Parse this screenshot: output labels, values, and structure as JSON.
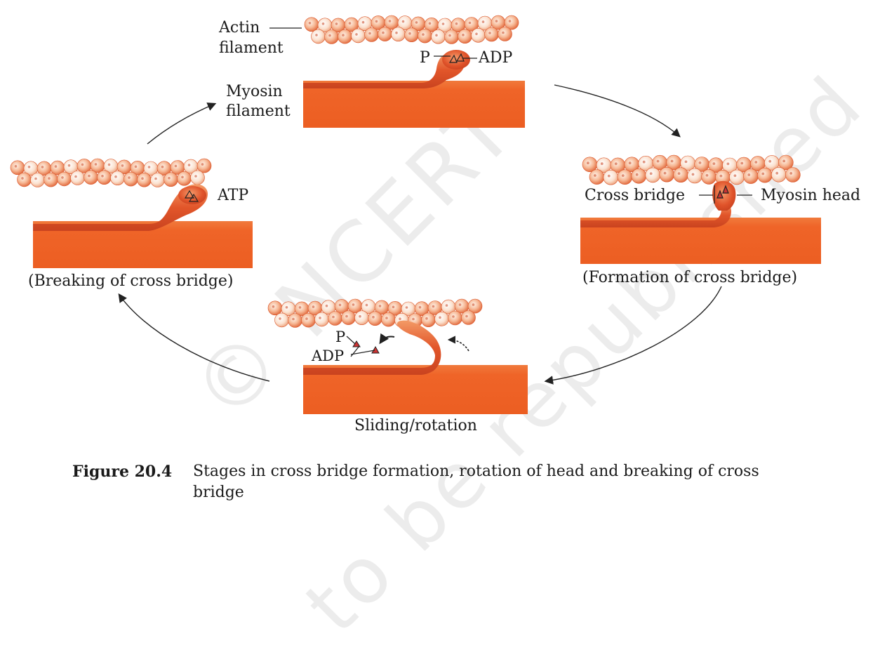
{
  "watermark": {
    "line1": "© NCERT",
    "line2": "to be republished"
  },
  "labels": {
    "actin_filament_1": "Actin",
    "actin_filament_2": "filament",
    "myosin_filament_1": "Myosin",
    "myosin_filament_2": "filament",
    "p_top": "P",
    "adp_top": "ADP",
    "cross_bridge": "Cross bridge",
    "myosin_head": "Myosin head",
    "atp": "ATP",
    "p_bottom": "P",
    "adp_bottom": "ADP"
  },
  "stages": {
    "formation": "(Formation of cross bridge)",
    "sliding": "Sliding/rotation",
    "breaking": "(Breaking of cross bridge)"
  },
  "caption": {
    "figure_number": "Figure 20.4",
    "text": "Stages in cross bridge formation, rotation of head and breaking of cross bridge"
  },
  "colors": {
    "myosin_block": "#ef6428",
    "actin_bead": "#f2a07a",
    "actin_bead_light": "#fbe3d2",
    "head": "#e0532a",
    "arrow": "#222222"
  }
}
